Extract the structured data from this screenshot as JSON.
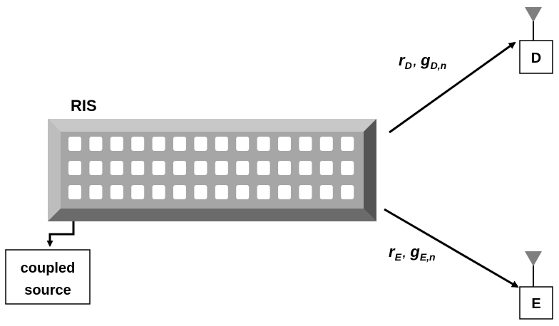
{
  "ris": {
    "label": "RIS",
    "rows": 3,
    "cols": 14
  },
  "source": {
    "line1": "coupled",
    "line2": "source"
  },
  "destination": {
    "node": "D",
    "label": {
      "r": "r",
      "r_sub": "D",
      "g": "g",
      "g_sub": "D,n",
      "sep": ","
    }
  },
  "eavesdropper": {
    "node": "E",
    "label": {
      "r": "r",
      "r_sub": "E",
      "g": "g",
      "g_sub": "E,n",
      "sep": ","
    }
  },
  "colors": {
    "panel_face": "#a6a6a6",
    "bevel_top": "#c8c8c8",
    "bevel_left": "#bdbdbd",
    "bevel_right": "#545454",
    "bevel_bottom": "#6b6b6b",
    "element": "#ffffff",
    "antenna": "#7f7f7f",
    "line": "#000000"
  },
  "icons": [
    "antenna-icon",
    "antenna-icon"
  ]
}
